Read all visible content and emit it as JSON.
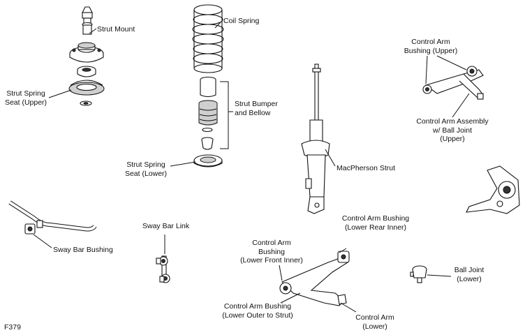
{
  "figure_id": "F379",
  "labels": {
    "strut_mount": "Strut Mount",
    "strut_spring_seat_upper": "Strut Spring\nSeat (Upper)",
    "coil_spring": "Coil Spring",
    "strut_bumper_and_bellow": "Strut Bumper\nand Bellow",
    "strut_spring_seat_lower": "Strut Spring\nSeat (Lower)",
    "macpherson_strut": "MacPherson Strut",
    "control_arm_bushing_upper": "Control Arm\nBushing (Upper)",
    "control_arm_assembly_upper": "Control Arm Assembly\nw/ Ball Joint\n(Upper)",
    "sway_bar_bushing": "Sway Bar Bushing",
    "sway_bar_link": "Sway Bar Link",
    "control_arm_bushing_lower_rear_inner": "Control Arm Bushing\n(Lower Rear Inner)",
    "control_arm_bushing_lower_front_inner": "Control Arm\nBushing\n(Lower Front Inner)",
    "control_arm_bushing_lower_outer": "Control Arm Bushing\n(Lower Outer to Strut)",
    "control_arm_lower": "Control Arm\n(Lower)",
    "ball_joint_lower": "Ball Joint\n(Lower)"
  }
}
